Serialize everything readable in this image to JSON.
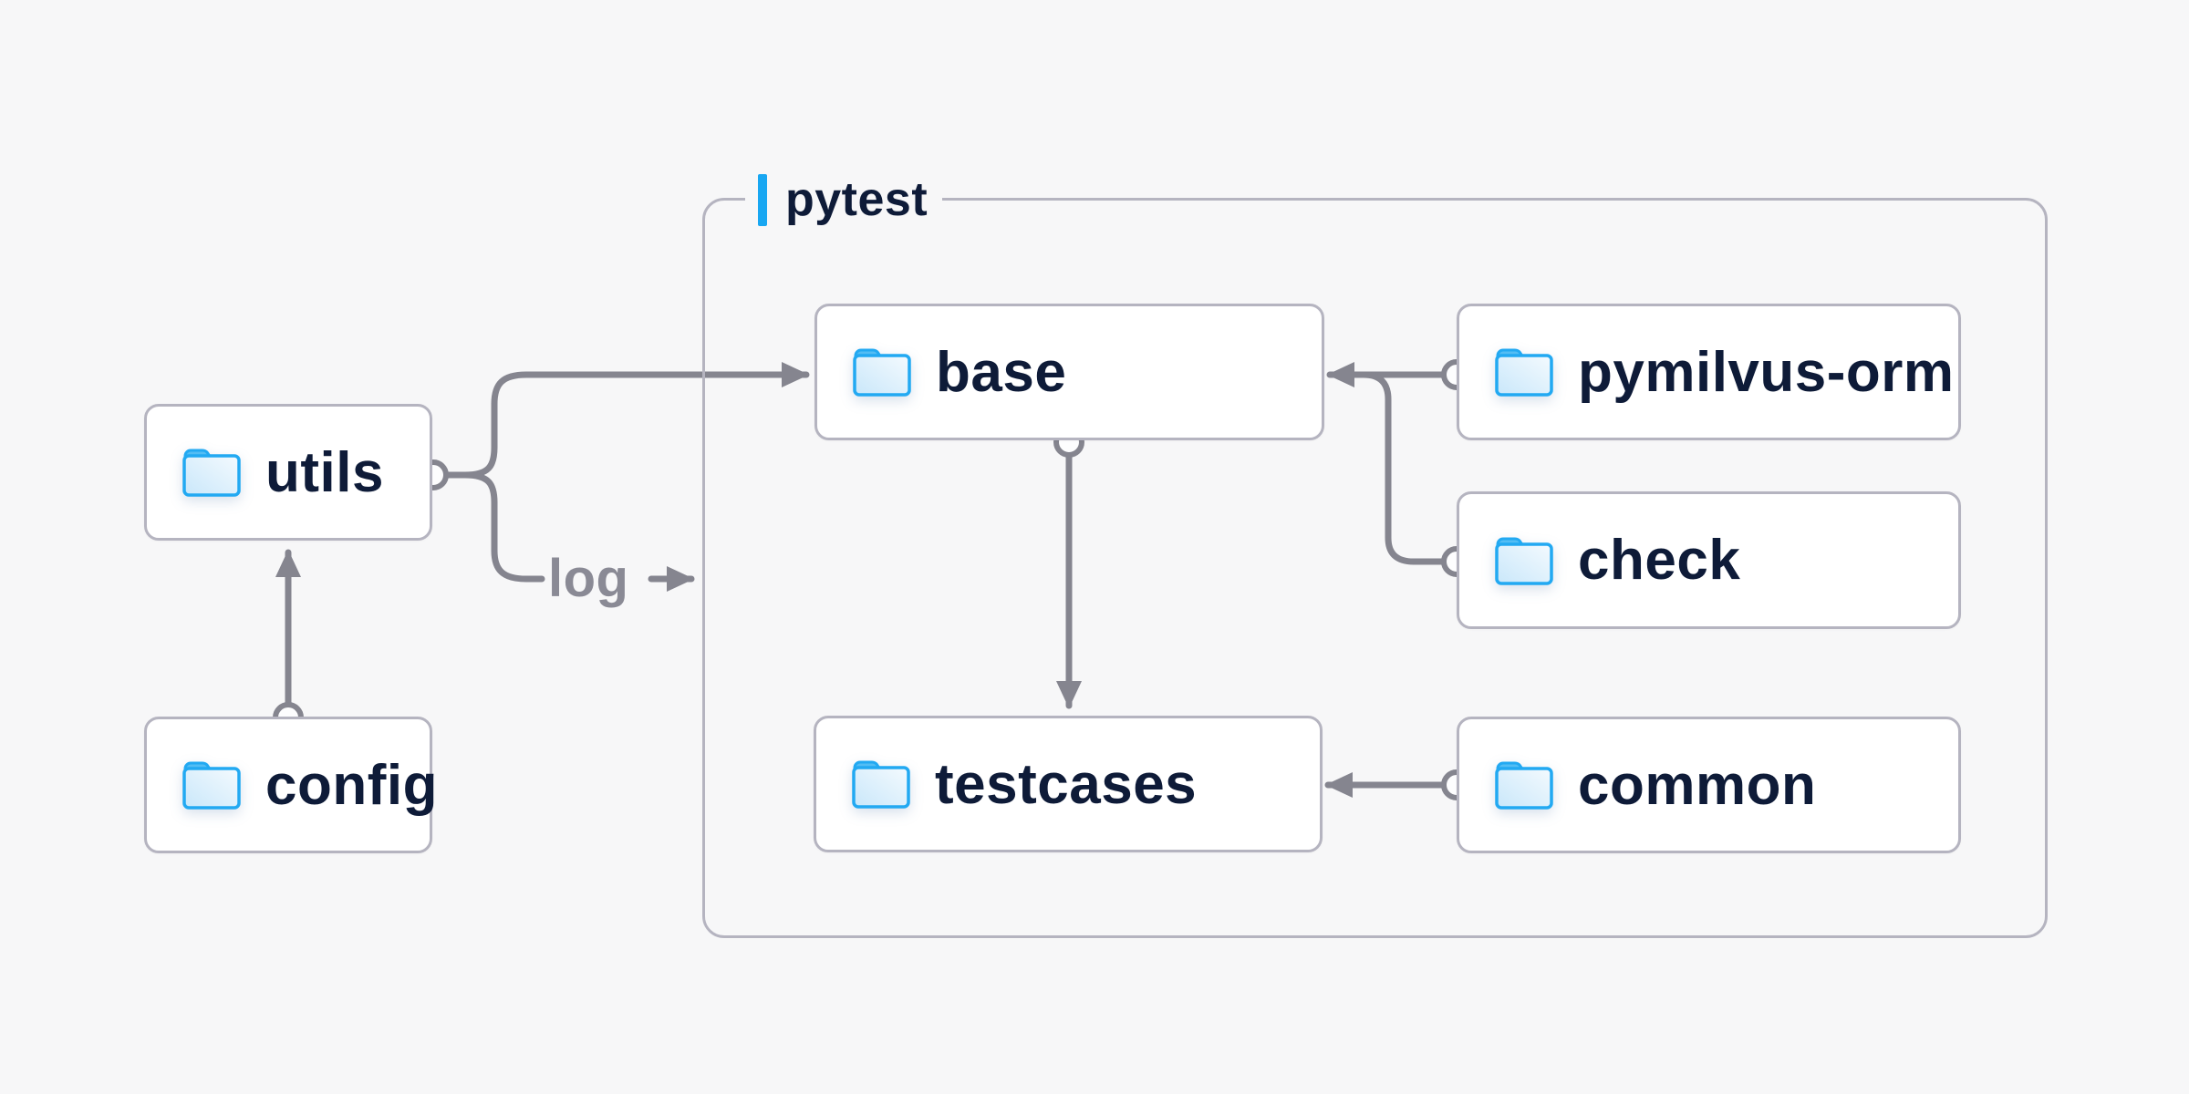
{
  "diagram": {
    "kind": "folder-dependency-diagram",
    "container": {
      "label": "pytest"
    },
    "nodes": {
      "utils": {
        "label": "utils",
        "icon": "folder-icon"
      },
      "config": {
        "label": "config",
        "icon": "folder-icon"
      },
      "base": {
        "label": "base",
        "icon": "folder-icon"
      },
      "testcases": {
        "label": "testcases",
        "icon": "folder-icon"
      },
      "pymilvus_orm": {
        "label": "pymilvus-orm",
        "icon": "folder-icon"
      },
      "check": {
        "label": "check",
        "icon": "folder-icon"
      },
      "common": {
        "label": "common",
        "icon": "folder-icon"
      }
    },
    "edge_labels": {
      "log": "log"
    },
    "edges": [
      {
        "from": "config",
        "to": "utils",
        "label": ""
      },
      {
        "from": "utils",
        "to": "base",
        "label": ""
      },
      {
        "from": "utils",
        "to": "pytest-container",
        "label": "log"
      },
      {
        "from": "base",
        "to": "testcases",
        "label": ""
      },
      {
        "from": "pymilvus-orm",
        "to": "base",
        "label": ""
      },
      {
        "from": "check",
        "to": "base",
        "label": ""
      },
      {
        "from": "common",
        "to": "testcases",
        "label": ""
      }
    ],
    "colors": {
      "background": "#f7f7f8",
      "node_fill": "#ffffff",
      "node_border": "#b5b4c0",
      "edge": "#85858f",
      "label_text": "#0e1b38",
      "muted_text": "#8a8a95",
      "accent_blue": "#18a7f2",
      "folder_blue": "#22a9f2"
    }
  }
}
